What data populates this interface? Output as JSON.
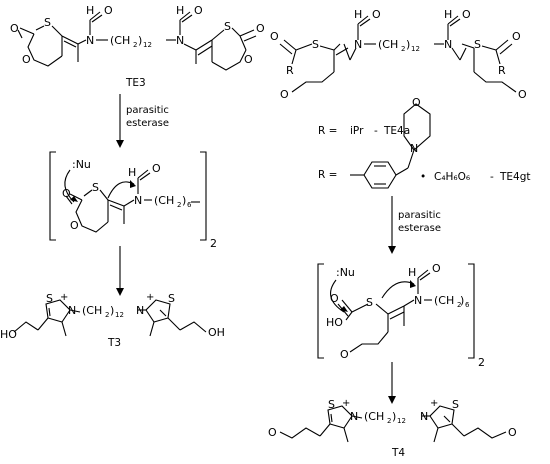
{
  "compounds": {
    "te3": "TE3",
    "t3": "T3",
    "t4": "T4",
    "te4a": "TE4a",
    "te4gt": "TE4gt"
  },
  "arrows": {
    "left_line1": "parasitic",
    "left_line2": "esterase",
    "right_line1": "parasitic",
    "right_line2": "esterase"
  },
  "atoms": {
    "s": "S",
    "o": "O",
    "n": "N",
    "h": "H",
    "r": "R",
    "ho": "HO",
    "oh": "OH",
    "nu": ":Nu",
    "plus": "+",
    "ch2_open": "(CH",
    "ch2_close": ")",
    "sub2": "2",
    "sub12": "12",
    "sub6": "6",
    "bracket_multiplier": "2"
  },
  "r_definitions": {
    "r_eq": "R =",
    "r1_value": "iPr",
    "dash": "-",
    "salt_dot": "•",
    "salt_formula": "C₄H₆O₆"
  }
}
